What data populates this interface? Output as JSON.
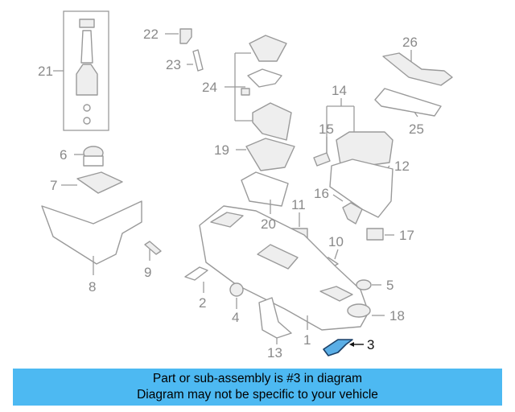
{
  "highlight_color": "#4db9f2",
  "part_highlight_color": "#5aaee6",
  "callouts": [
    "22",
    "23",
    "21",
    "24",
    "26",
    "14",
    "15",
    "25",
    "6",
    "19",
    "12",
    "7",
    "16",
    "11",
    "20",
    "17",
    "10",
    "9",
    "8",
    "5",
    "2",
    "4",
    "18",
    "1",
    "13",
    "3"
  ],
  "highlighted_part": "3",
  "banner": {
    "line1": "Part or sub-assembly is #3 in diagram",
    "line2": "Diagram may not be specific to your vehicle"
  }
}
